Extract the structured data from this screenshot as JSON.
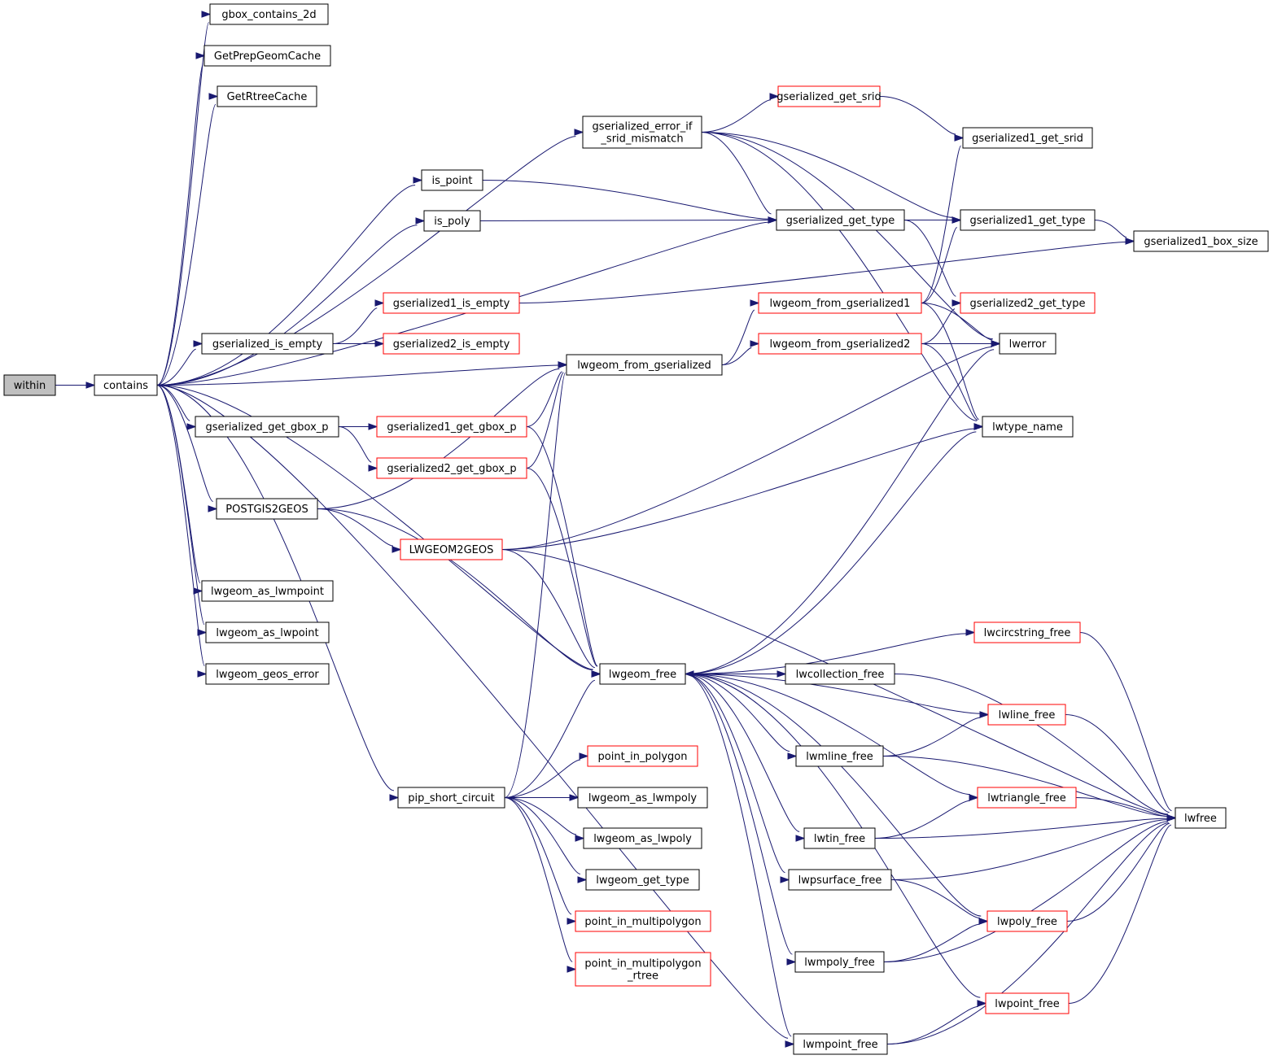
{
  "colors": {
    "edge": "#191970",
    "box_border_default": "#000000",
    "box_border_truncated": "#ff0000",
    "root_fill": "#bfbfbf",
    "box_fill": "#ffffff"
  },
  "nodes": {
    "within": {
      "label": [
        "within"
      ],
      "kind": "root"
    },
    "contains": {
      "label": [
        "contains"
      ],
      "kind": "normal"
    },
    "gbox_contains_2d": {
      "label": [
        "gbox_contains_2d"
      ],
      "kind": "normal"
    },
    "GetPrepGeomCache": {
      "label": [
        "GetPrepGeomCache"
      ],
      "kind": "normal"
    },
    "GetRtreeCache": {
      "label": [
        "GetRtreeCache"
      ],
      "kind": "normal"
    },
    "gserialized_error_if_srid_mismatch": {
      "label": [
        "gserialized_error_if",
        "_srid_mismatch"
      ],
      "kind": "normal"
    },
    "is_point": {
      "label": [
        "is_point"
      ],
      "kind": "normal"
    },
    "is_poly": {
      "label": [
        "is_poly"
      ],
      "kind": "normal"
    },
    "gserialized_get_srid": {
      "label": [
        "gserialized_get_srid"
      ],
      "kind": "truncated"
    },
    "gserialized1_get_srid": {
      "label": [
        "gserialized1_get_srid"
      ],
      "kind": "normal"
    },
    "gserialized_get_type": {
      "label": [
        "gserialized_get_type"
      ],
      "kind": "normal"
    },
    "gserialized1_get_type": {
      "label": [
        "gserialized1_get_type"
      ],
      "kind": "normal"
    },
    "gserialized1_box_size": {
      "label": [
        "gserialized1_box_size"
      ],
      "kind": "normal"
    },
    "gserialized1_is_empty": {
      "label": [
        "gserialized1_is_empty"
      ],
      "kind": "truncated"
    },
    "gserialized_is_empty": {
      "label": [
        "gserialized_is_empty"
      ],
      "kind": "normal"
    },
    "gserialized2_is_empty": {
      "label": [
        "gserialized2_is_empty"
      ],
      "kind": "truncated"
    },
    "lwgeom_from_gserialized1": {
      "label": [
        "lwgeom_from_gserialized1"
      ],
      "kind": "truncated"
    },
    "gserialized2_get_type": {
      "label": [
        "gserialized2_get_type"
      ],
      "kind": "truncated"
    },
    "lwgeom_from_gserialized": {
      "label": [
        "lwgeom_from_gserialized"
      ],
      "kind": "normal"
    },
    "lwgeom_from_gserialized2": {
      "label": [
        "lwgeom_from_gserialized2"
      ],
      "kind": "truncated"
    },
    "lwerror": {
      "label": [
        "lwerror"
      ],
      "kind": "normal"
    },
    "gserialized_get_gbox_p": {
      "label": [
        "gserialized_get_gbox_p"
      ],
      "kind": "normal"
    },
    "gserialized1_get_gbox_p": {
      "label": [
        "gserialized1_get_gbox_p"
      ],
      "kind": "truncated"
    },
    "gserialized2_get_gbox_p": {
      "label": [
        "gserialized2_get_gbox_p"
      ],
      "kind": "truncated"
    },
    "lwtype_name": {
      "label": [
        "lwtype_name"
      ],
      "kind": "normal"
    },
    "POSTGIS2GEOS": {
      "label": [
        "POSTGIS2GEOS"
      ],
      "kind": "normal"
    },
    "LWGEOM2GEOS": {
      "label": [
        "LWGEOM2GEOS"
      ],
      "kind": "truncated"
    },
    "lwgeom_as_lwmpoint": {
      "label": [
        "lwgeom_as_lwmpoint"
      ],
      "kind": "normal"
    },
    "lwgeom_as_lwpoint": {
      "label": [
        "lwgeom_as_lwpoint"
      ],
      "kind": "normal"
    },
    "lwgeom_geos_error": {
      "label": [
        "lwgeom_geos_error"
      ],
      "kind": "normal"
    },
    "lwcircstring_free": {
      "label": [
        "lwcircstring_free"
      ],
      "kind": "truncated"
    },
    "lwgeom_free": {
      "label": [
        "lwgeom_free"
      ],
      "kind": "normal"
    },
    "lwcollection_free": {
      "label": [
        "lwcollection_free"
      ],
      "kind": "normal"
    },
    "lwline_free": {
      "label": [
        "lwline_free"
      ],
      "kind": "truncated"
    },
    "lwmline_free": {
      "label": [
        "lwmline_free"
      ],
      "kind": "normal"
    },
    "point_in_polygon": {
      "label": [
        "point_in_polygon"
      ],
      "kind": "truncated"
    },
    "pip_short_circuit": {
      "label": [
        "pip_short_circuit"
      ],
      "kind": "normal"
    },
    "lwgeom_as_lwmpoly": {
      "label": [
        "lwgeom_as_lwmpoly"
      ],
      "kind": "normal"
    },
    "lwtriangle_free": {
      "label": [
        "lwtriangle_free"
      ],
      "kind": "truncated"
    },
    "lwfree": {
      "label": [
        "lwfree"
      ],
      "kind": "normal"
    },
    "lwtin_free": {
      "label": [
        "lwtin_free"
      ],
      "kind": "normal"
    },
    "lwgeom_as_lwpoly": {
      "label": [
        "lwgeom_as_lwpoly"
      ],
      "kind": "normal"
    },
    "lwpsurface_free": {
      "label": [
        "lwpsurface_free"
      ],
      "kind": "normal"
    },
    "lwgeom_get_type": {
      "label": [
        "lwgeom_get_type"
      ],
      "kind": "normal"
    },
    "point_in_multipolygon": {
      "label": [
        "point_in_multipolygon"
      ],
      "kind": "truncated"
    },
    "lwpoly_free": {
      "label": [
        "lwpoly_free"
      ],
      "kind": "truncated"
    },
    "lwmpoly_free": {
      "label": [
        "lwmpoly_free"
      ],
      "kind": "normal"
    },
    "point_in_multipolygon_rtree": {
      "label": [
        "point_in_multipolygon",
        "_rtree"
      ],
      "kind": "truncated"
    },
    "lwpoint_free": {
      "label": [
        "lwpoint_free"
      ],
      "kind": "truncated"
    },
    "lwmpoint_free": {
      "label": [
        "lwmpoint_free"
      ],
      "kind": "normal"
    }
  },
  "edges": [
    [
      "within",
      "contains"
    ],
    [
      "contains",
      "gbox_contains_2d"
    ],
    [
      "contains",
      "GetPrepGeomCache"
    ],
    [
      "contains",
      "GetRtreeCache"
    ],
    [
      "contains",
      "gserialized_error_if_srid_mismatch"
    ],
    [
      "contains",
      "is_point"
    ],
    [
      "contains",
      "is_poly"
    ],
    [
      "contains",
      "gserialized_get_type"
    ],
    [
      "contains",
      "gserialized_is_empty"
    ],
    [
      "contains",
      "lwgeom_from_gserialized"
    ],
    [
      "contains",
      "gserialized_get_gbox_p"
    ],
    [
      "contains",
      "POSTGIS2GEOS"
    ],
    [
      "contains",
      "lwgeom_as_lwmpoint"
    ],
    [
      "contains",
      "lwgeom_as_lwpoint"
    ],
    [
      "contains",
      "lwgeom_geos_error"
    ],
    [
      "contains",
      "lwgeom_free"
    ],
    [
      "contains",
      "lwmpoint_free"
    ],
    [
      "contains",
      "pip_short_circuit"
    ],
    [
      "gserialized_error_if_srid_mismatch",
      "gserialized_get_srid"
    ],
    [
      "gserialized_error_if_srid_mismatch",
      "gserialized1_get_type"
    ],
    [
      "gserialized_error_if_srid_mismatch",
      "gserialized_get_type"
    ],
    [
      "gserialized_error_if_srid_mismatch",
      "lwerror"
    ],
    [
      "gserialized_error_if_srid_mismatch",
      "lwtype_name"
    ],
    [
      "gserialized_get_srid",
      "gserialized1_get_srid"
    ],
    [
      "is_point",
      "gserialized_get_type"
    ],
    [
      "is_poly",
      "gserialized_get_type"
    ],
    [
      "gserialized_get_type",
      "gserialized1_get_type"
    ],
    [
      "gserialized_get_type",
      "gserialized2_get_type"
    ],
    [
      "gserialized1_get_type",
      "gserialized1_box_size"
    ],
    [
      "gserialized_is_empty",
      "gserialized1_is_empty"
    ],
    [
      "gserialized_is_empty",
      "gserialized2_is_empty"
    ],
    [
      "gserialized1_is_empty",
      "gserialized1_box_size"
    ],
    [
      "lwgeom_from_gserialized",
      "lwgeom_from_gserialized1"
    ],
    [
      "lwgeom_from_gserialized",
      "lwgeom_from_gserialized2"
    ],
    [
      "lwgeom_from_gserialized1",
      "gserialized1_get_srid"
    ],
    [
      "lwgeom_from_gserialized1",
      "gserialized1_get_type"
    ],
    [
      "lwgeom_from_gserialized1",
      "lwerror"
    ],
    [
      "lwgeom_from_gserialized1",
      "lwtype_name"
    ],
    [
      "lwgeom_from_gserialized2",
      "gserialized2_get_type"
    ],
    [
      "lwgeom_from_gserialized2",
      "lwerror"
    ],
    [
      "lwgeom_from_gserialized2",
      "lwtype_name"
    ],
    [
      "gserialized_get_gbox_p",
      "gserialized1_get_gbox_p"
    ],
    [
      "gserialized_get_gbox_p",
      "gserialized2_get_gbox_p"
    ],
    [
      "gserialized1_get_gbox_p",
      "lwgeom_from_gserialized"
    ],
    [
      "gserialized1_get_gbox_p",
      "lwgeom_free"
    ],
    [
      "gserialized2_get_gbox_p",
      "lwgeom_from_gserialized"
    ],
    [
      "gserialized2_get_gbox_p",
      "lwgeom_free"
    ],
    [
      "POSTGIS2GEOS",
      "lwgeom_from_gserialized"
    ],
    [
      "POSTGIS2GEOS",
      "LWGEOM2GEOS"
    ],
    [
      "POSTGIS2GEOS",
      "lwgeom_free"
    ],
    [
      "LWGEOM2GEOS",
      "lwerror"
    ],
    [
      "LWGEOM2GEOS",
      "lwtype_name"
    ],
    [
      "LWGEOM2GEOS",
      "lwgeom_free"
    ],
    [
      "LWGEOM2GEOS",
      "lwfree"
    ],
    [
      "lwgeom_free",
      "lwerror"
    ],
    [
      "lwgeom_free",
      "lwtype_name"
    ],
    [
      "lwgeom_free",
      "lwcircstring_free"
    ],
    [
      "lwgeom_free",
      "lwcollection_free"
    ],
    [
      "lwgeom_free",
      "lwline_free"
    ],
    [
      "lwgeom_free",
      "lwmline_free"
    ],
    [
      "lwgeom_free",
      "lwtriangle_free"
    ],
    [
      "lwgeom_free",
      "lwtin_free"
    ],
    [
      "lwgeom_free",
      "lwpsurface_free"
    ],
    [
      "lwgeom_free",
      "lwpoly_free"
    ],
    [
      "lwgeom_free",
      "lwmpoly_free"
    ],
    [
      "lwgeom_free",
      "lwpoint_free"
    ],
    [
      "lwgeom_free",
      "lwmpoint_free"
    ],
    [
      "lwcircstring_free",
      "lwfree"
    ],
    [
      "lwcollection_free",
      "lwgeom_free"
    ],
    [
      "lwcollection_free",
      "lwfree"
    ],
    [
      "lwline_free",
      "lwfree"
    ],
    [
      "lwmline_free",
      "lwline_free"
    ],
    [
      "lwmline_free",
      "lwfree"
    ],
    [
      "lwtriangle_free",
      "lwfree"
    ],
    [
      "lwtin_free",
      "lwtriangle_free"
    ],
    [
      "lwtin_free",
      "lwfree"
    ],
    [
      "lwpsurface_free",
      "lwpoly_free"
    ],
    [
      "lwpsurface_free",
      "lwfree"
    ],
    [
      "lwpoly_free",
      "lwfree"
    ],
    [
      "lwmpoly_free",
      "lwpoly_free"
    ],
    [
      "lwmpoly_free",
      "lwfree"
    ],
    [
      "lwpoint_free",
      "lwfree"
    ],
    [
      "lwmpoint_free",
      "lwpoint_free"
    ],
    [
      "lwmpoint_free",
      "lwfree"
    ],
    [
      "pip_short_circuit",
      "lwgeom_from_gserialized"
    ],
    [
      "pip_short_circuit",
      "lwgeom_free"
    ],
    [
      "pip_short_circuit",
      "point_in_polygon"
    ],
    [
      "pip_short_circuit",
      "lwgeom_as_lwmpoly"
    ],
    [
      "pip_short_circuit",
      "lwgeom_as_lwpoly"
    ],
    [
      "pip_short_circuit",
      "lwgeom_get_type"
    ],
    [
      "pip_short_circuit",
      "point_in_multipolygon"
    ],
    [
      "pip_short_circuit",
      "point_in_multipolygon_rtree"
    ]
  ]
}
